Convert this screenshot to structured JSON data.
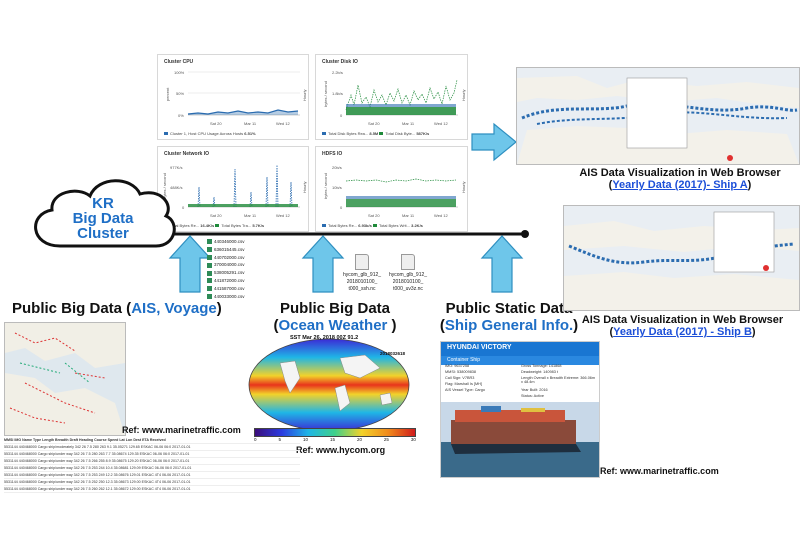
{
  "cluster": {
    "line1": "KR",
    "line2": "Big Data",
    "line3": "Cluster"
  },
  "dashboard": {
    "cpu": {
      "title": "Cluster CPU",
      "ylabel": "percent",
      "ticks": [
        "100%",
        "50%",
        "0%"
      ],
      "xticks": [
        "Sat 20",
        "Mar 11",
        "Wed 12"
      ],
      "legend": "Cluster 1, Host CPU Usage Across Hosts",
      "legend_value": "6.51%"
    },
    "disk": {
      "title": "Cluster Disk IO",
      "ylabel": "bytes / second",
      "ticks": [
        "2.2b/s",
        "1.8b/s",
        "0"
      ],
      "xticks": [
        "Sat 20",
        "Mar 11",
        "Wed 12"
      ],
      "legend": "Total Disk Bytes Rea...",
      "legend_value": "8.5M",
      "legend2": "Total Disk Byte...",
      "legend2_value": "587K/s"
    },
    "network": {
      "title": "Cluster Network IO",
      "ylabel": "bytes / second",
      "ticks": [
        "977K/s",
        "488K/s",
        "0"
      ],
      "xticks": [
        "Sat 20",
        "Mar 11",
        "Wed 12"
      ],
      "legend": "Total Bytes Re...",
      "legend_value": "16.4K/s",
      "legend2": "Total Bytes Tra...",
      "legend2_value": "5.7K/s"
    },
    "hdfs": {
      "title": "HDFS IO",
      "ylabel": "bytes / second",
      "ticks": [
        "20b/s",
        "10b/s",
        "0"
      ],
      "xticks": [
        "Sat 20",
        "Mar 11",
        "Wed 12"
      ],
      "legend": "Total Bytes Re...",
      "legend_value": "6.93b/s",
      "legend2": "Total Bytes Writ...",
      "legend2_value": "3.2K/s"
    },
    "side_label": "Hourly"
  },
  "files": [
    "440346000.csv",
    "636015445.csv",
    "440702000.csv",
    "370004000.csv",
    "538005291.csv",
    "441872000.csv",
    "441587000.csv",
    "440033000.csv"
  ],
  "hycom_files": [
    {
      "name": "hycom_glb_912_",
      "sub": "2018010100_",
      "sub2": "t000_ssh.nc"
    },
    {
      "name": "hycom_glb_912_",
      "sub": "2018010100_",
      "sub2": "t000_uv3z.nc"
    }
  ],
  "labels": {
    "ais_prefix": "Public Big Data (",
    "ais_blue": "AIS, Voyage",
    "ais_suffix": ")",
    "ocean_title": "Public Big Data",
    "ocean_open": "(",
    "ocean_blue": "Ocean Weather",
    "ocean_close": " )",
    "static_title": "Public Static Data",
    "static_open": "(",
    "static_blue": "Ship General Info.",
    "static_close": ")"
  },
  "vis_a": {
    "title": "AIS Data Visualization in Web Browser",
    "open": "(",
    "link": "Yearly Data (2017)- Ship A",
    "close": ")"
  },
  "vis_b": {
    "title": "AIS Data Visualization in Web Browser",
    "open": "(",
    "link": "Yearly Data (2017) - Ship B",
    "close": ")"
  },
  "refs": {
    "marinetraffic_left": "Ref: www.marinetraffic.com",
    "hycom": "Ref: www.hycom.org",
    "marinetraffic_right": "Ref: www.marinetraffic.com"
  },
  "sst": {
    "title": "SST Mar 26, 2018 00Z 91.2",
    "stamp": "2018032618",
    "scale": [
      "0",
      "5",
      "10",
      "15",
      "20",
      "25",
      "30"
    ]
  },
  "ship": {
    "name": "HYUNDAI VICTORY",
    "type": "Container Ship",
    "fields": [
      "IMO: 9637258",
      "MMSI: 538009838",
      "Call Sign: V7BR3",
      "Flag: Marshall Is [MH]",
      "AIS Vessel Type: Cargo",
      "Gross Tonnage: 141868",
      "Deadweight: 140983 t",
      "Length Overall x Breadth Extreme: 366.06m x 48.4m",
      "Year Built: 2016",
      "Status: Active"
    ]
  },
  "table": {
    "header": "MMSI  IMO  Name  Type  Length  Breadth  Draft  Heading  Course  Speed  Lat  Lon  Dest  ETA  Received",
    "rows": [
      "5531144  440468000  Cargo ship/moderately  342  26  7.5  280  263  9.1  35.05271  129.65  ESKAC  06-06 06:0  2017-01-01",
      "5531144  440468000  Cargo ship/under way  342  26  7.5  280  263  7.7  35.08674  129.35  ESKAC  06-06 06:0  2017-01-01",
      "5531144  440468000  Cargo ship/under way  342  26  7.5  266  255  8.9  35.08675  129.20  ESKAC  06-06 06:0  2017-01-01",
      "5531144  440468000  Cargo ship/under way  342  26  7.5  253  244  10.4  35.08681  129.09  ESKAC  06-06 06:0  2017-01-01",
      "5531144  440468000  Cargo ship/under way  342  26  7.5  253  249  12.2  35.08676  129.01  ESKAC  4T4  06-06 2017-01-01",
      "5531144  440468000  Cargo ship/under way  342  26  7.5  252  250  12.3  35.08673  129.00  ESKAC  4T4  06-06 2017-01-01",
      "5531144  440468000  Cargo ship/under way  342  26  7.5  260  262  12.1  35.08672  129.00  ESKAC  4T4  06-06 2017-01-01"
    ]
  },
  "colors": {
    "arrow": "#6ec6ea",
    "arrow_stroke": "#2e8fc0",
    "cluster_text": "#1f6fc6",
    "link": "#1c4fd8",
    "blue_label": "#1f6fc6"
  }
}
